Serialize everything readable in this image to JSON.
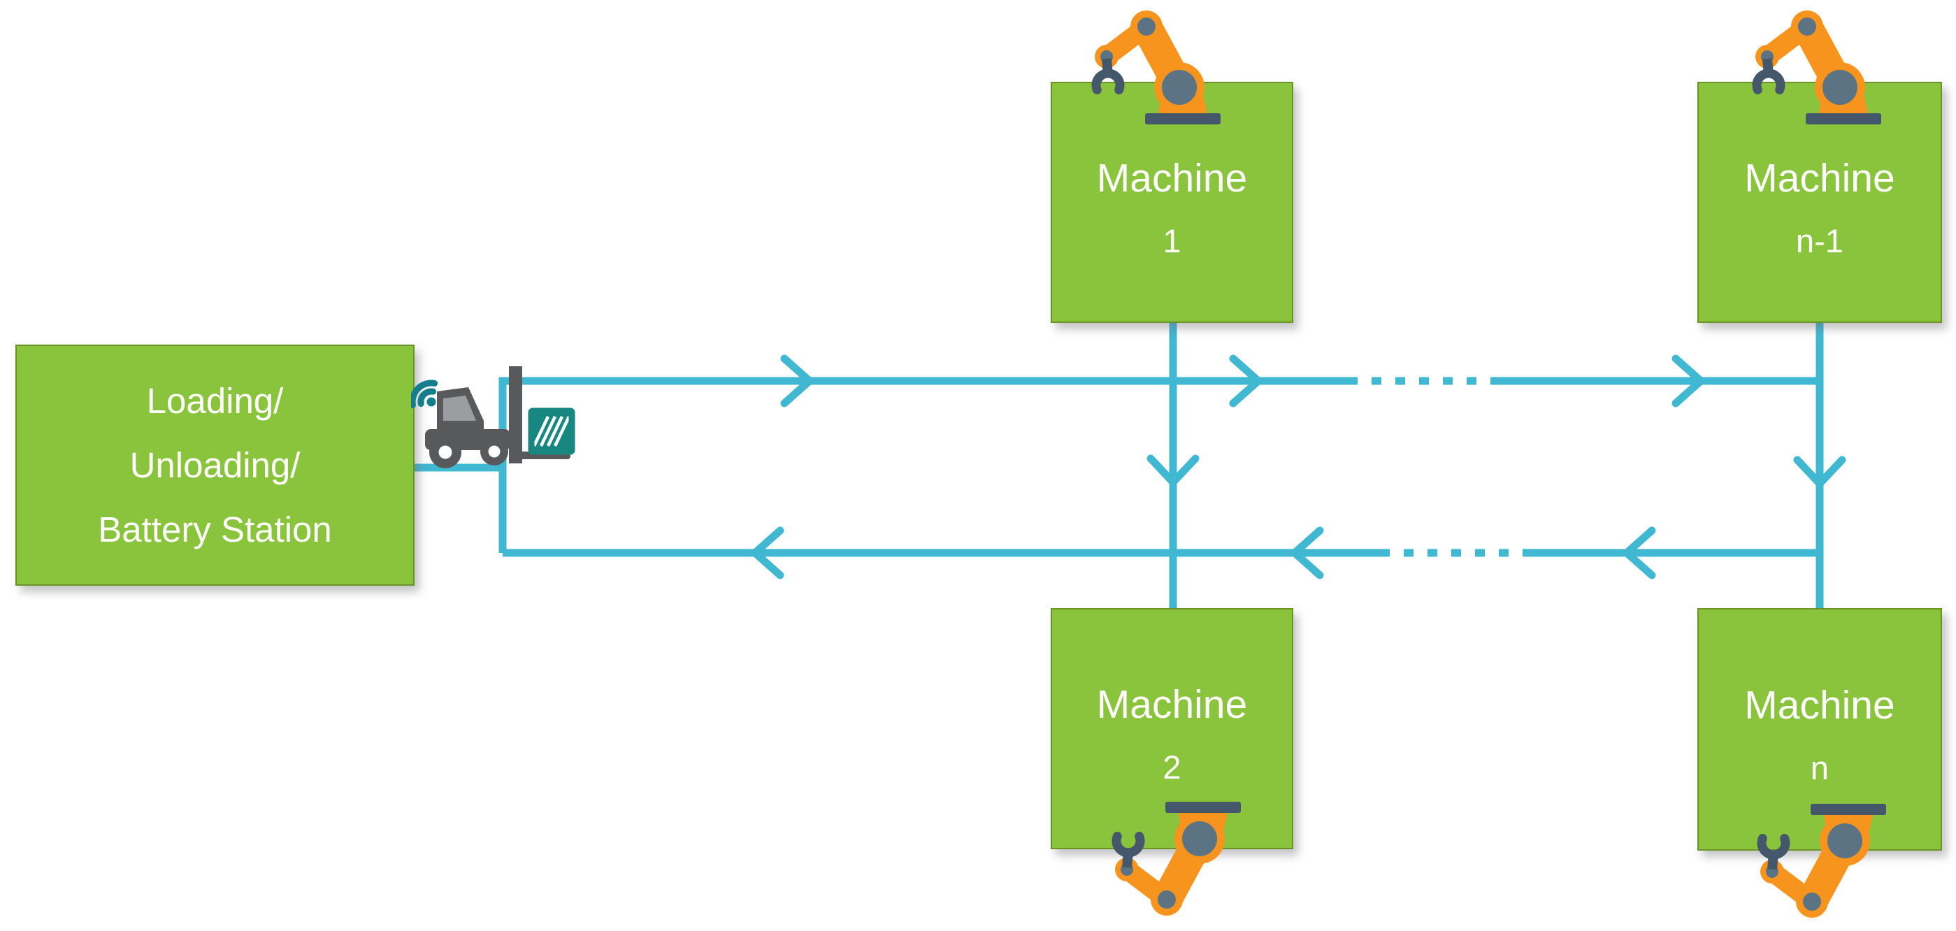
{
  "station": {
    "lines": [
      "Loading/",
      "Unloading/",
      "Battery Station"
    ]
  },
  "machines": [
    {
      "name": "Machine",
      "index": "1"
    },
    {
      "name": "Machine",
      "index": "n-1"
    },
    {
      "name": "Machine",
      "index": "2"
    },
    {
      "name": "Machine",
      "index": "n"
    }
  ],
  "icons": {
    "robot_arm": "robot-arm-icon",
    "forklift": "forklift-agv-icon",
    "wifi": "wifi-signal-icon",
    "crate": "cargo-crate-icon",
    "arrow": "flow-chevron-arrow"
  },
  "colors": {
    "box_green": "#8AC43C",
    "path_teal": "#41B8D2",
    "robot_orange": "#F7941E",
    "joint_slate": "#5C7384",
    "dark_slate": "#44576B",
    "forklift_gray": "#58595B",
    "crate_teal": "#17877F",
    "wifi_teal": "#157E8C",
    "label_text": "#FFFFFF"
  }
}
